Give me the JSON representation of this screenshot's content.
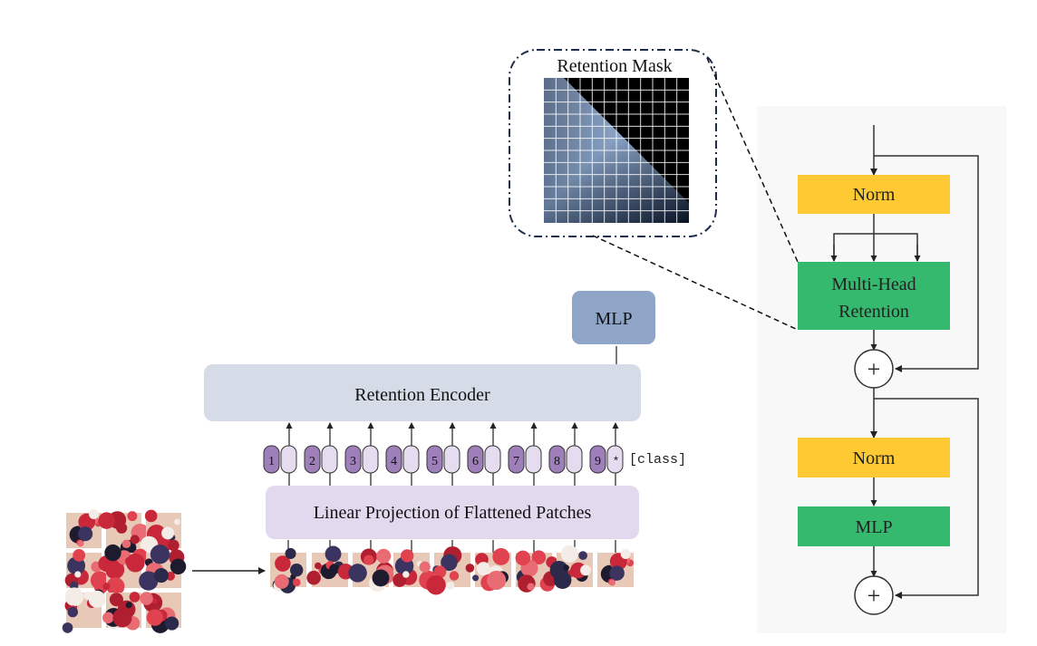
{
  "mask": {
    "title": "Retention Mask"
  },
  "block": {
    "norm1": "Norm",
    "retention_line1": "Multi-Head",
    "retention_line2": "Retention",
    "plus1": "+",
    "norm2": "Norm",
    "mlp": "MLP",
    "plus2": "+"
  },
  "encoder": {
    "head_label": "MLP",
    "encoder_label": "Retention  Encoder",
    "projection_label": "Linear Projection of Flattened Patches",
    "class_label": "[class]",
    "tokens": [
      "1",
      "2",
      "3",
      "4",
      "5",
      "6",
      "7",
      "8",
      "9",
      "*"
    ]
  },
  "colors": {
    "norm": "#fec932",
    "retention": "#35b96e",
    "mlp_block": "#35b96e",
    "block_bg": "#f8f8f8",
    "encoder_bg": "#d5dbe7",
    "projection_bg": "#e3d9ee",
    "head_bg": "#8ea5c7",
    "token_dark": "#9e7fba",
    "token_light": "#e6dcef",
    "mask_blue": "#9cbce6"
  }
}
